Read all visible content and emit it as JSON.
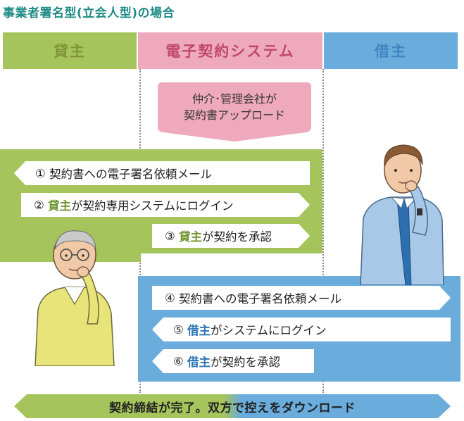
{
  "title": "事業者署名型(立会人型)の場合",
  "headers": {
    "lender": "貸主",
    "system": "電子契約システム",
    "borrower": "借主"
  },
  "upload": {
    "line1": "仲介･管理会社が",
    "line2": "契約書アップロード"
  },
  "steps": {
    "s1": {
      "num": "①",
      "text": "契約書への電子署名依頼メール"
    },
    "s2": {
      "num": "②",
      "highlight": "貸主",
      "text": "が契約専用システムにログイン"
    },
    "s3": {
      "num": "③",
      "highlight": "貸主",
      "text": "が契約を承認"
    },
    "s4": {
      "num": "④",
      "text": "契約書への電子署名依頼メール"
    },
    "s5": {
      "num": "⑤",
      "highlight": "借主",
      "text": "がシステムにログイン"
    },
    "s6": {
      "num": "⑥",
      "highlight": "借主",
      "text": "が契約を承認"
    }
  },
  "bottom": "契約締結が完了。双方で控えをダウンロード",
  "colors": {
    "green": "#a6c45c",
    "pink": "#eea9bd",
    "blue": "#6aacdc",
    "title": "#1d8a86"
  },
  "icons": {
    "lender_person": "elderly-man-illustration",
    "borrower_person": "young-man-illustration"
  }
}
